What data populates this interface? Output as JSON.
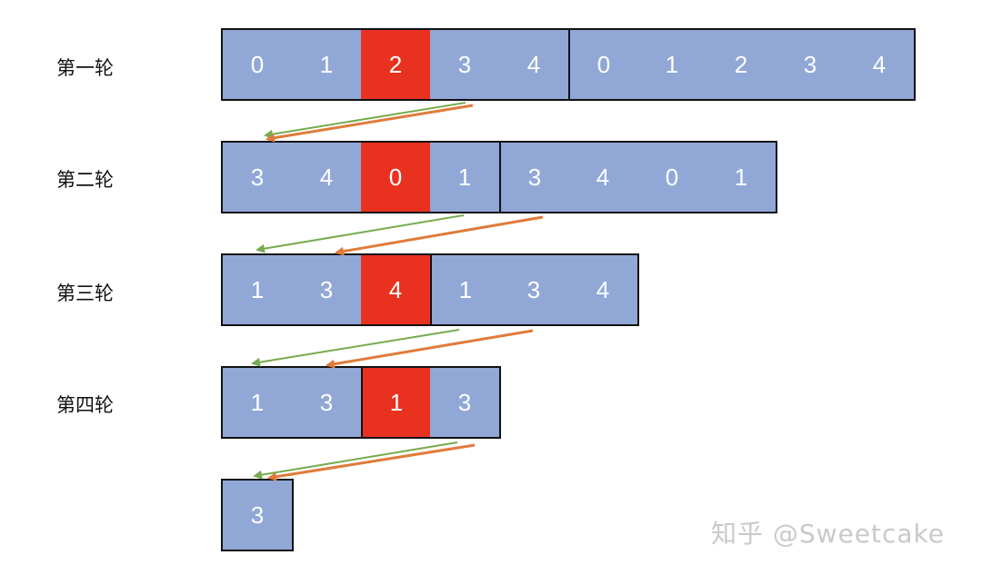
{
  "rounds": [
    {
      "label": "第一轮",
      "cells": [
        0,
        1,
        2,
        3,
        4,
        0,
        1,
        2,
        3,
        4
      ],
      "highlight": 2,
      "split": 5
    },
    {
      "label": "第二轮",
      "cells": [
        3,
        4,
        0,
        1,
        3,
        4,
        0,
        1
      ],
      "highlight": 2,
      "split": 4
    },
    {
      "label": "第三轮",
      "cells": [
        1,
        3,
        4,
        1,
        3,
        4
      ],
      "highlight": 2,
      "split": 3
    },
    {
      "label": "第四轮",
      "cells": [
        1,
        3,
        1,
        3
      ],
      "highlight": 2,
      "split": 2
    }
  ],
  "final_cell": {
    "value": 3
  },
  "colors": {
    "cell_fill": "#91a8d7",
    "highlight_fill": "#e8321f",
    "arrow_green": "#77ab4e",
    "arrow_orange": "#e07b39",
    "border": "#111111"
  },
  "watermark": "知乎 @Sweetcake"
}
